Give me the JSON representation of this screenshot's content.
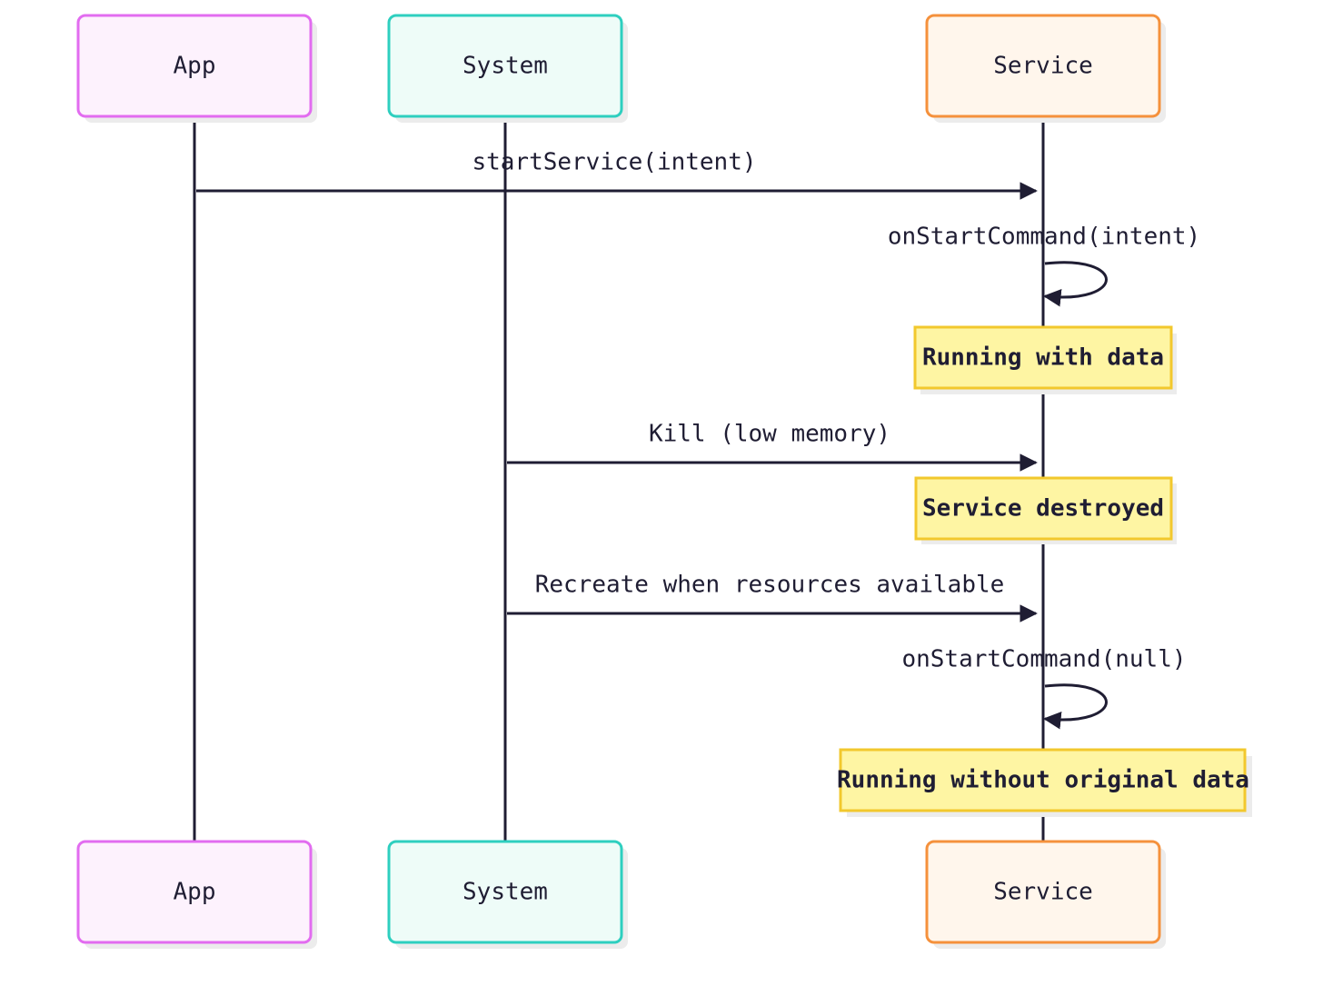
{
  "actors": [
    {
      "id": "app",
      "label": "App",
      "fill": "#fdf2fd",
      "stroke": "#e26cf0"
    },
    {
      "id": "system",
      "label": "System",
      "fill": "#eefcf8",
      "stroke": "#2ecfbf"
    },
    {
      "id": "service",
      "label": "Service",
      "fill": "#fff6ec",
      "stroke": "#f5913c"
    }
  ],
  "messages": [
    {
      "label": "startService(intent)",
      "from": "app",
      "to": "service"
    },
    {
      "label": "onStartCommand(intent)",
      "from": "service",
      "to": "service"
    },
    {
      "label": "Kill (low memory)",
      "from": "system",
      "to": "service"
    },
    {
      "label": "Recreate when resources available",
      "from": "system",
      "to": "service"
    },
    {
      "label": "onStartCommand(null)",
      "from": "service",
      "to": "service"
    }
  ],
  "notes": [
    {
      "label": "Running with data",
      "over": "service"
    },
    {
      "label": "Service destroyed",
      "over": "service"
    },
    {
      "label": "Running without original data",
      "over": "service"
    }
  ],
  "colors": {
    "line": "#1f1d33",
    "note_fill": "#fef5a3",
    "note_stroke": "#f2c82d",
    "shadow": "#ececec"
  }
}
